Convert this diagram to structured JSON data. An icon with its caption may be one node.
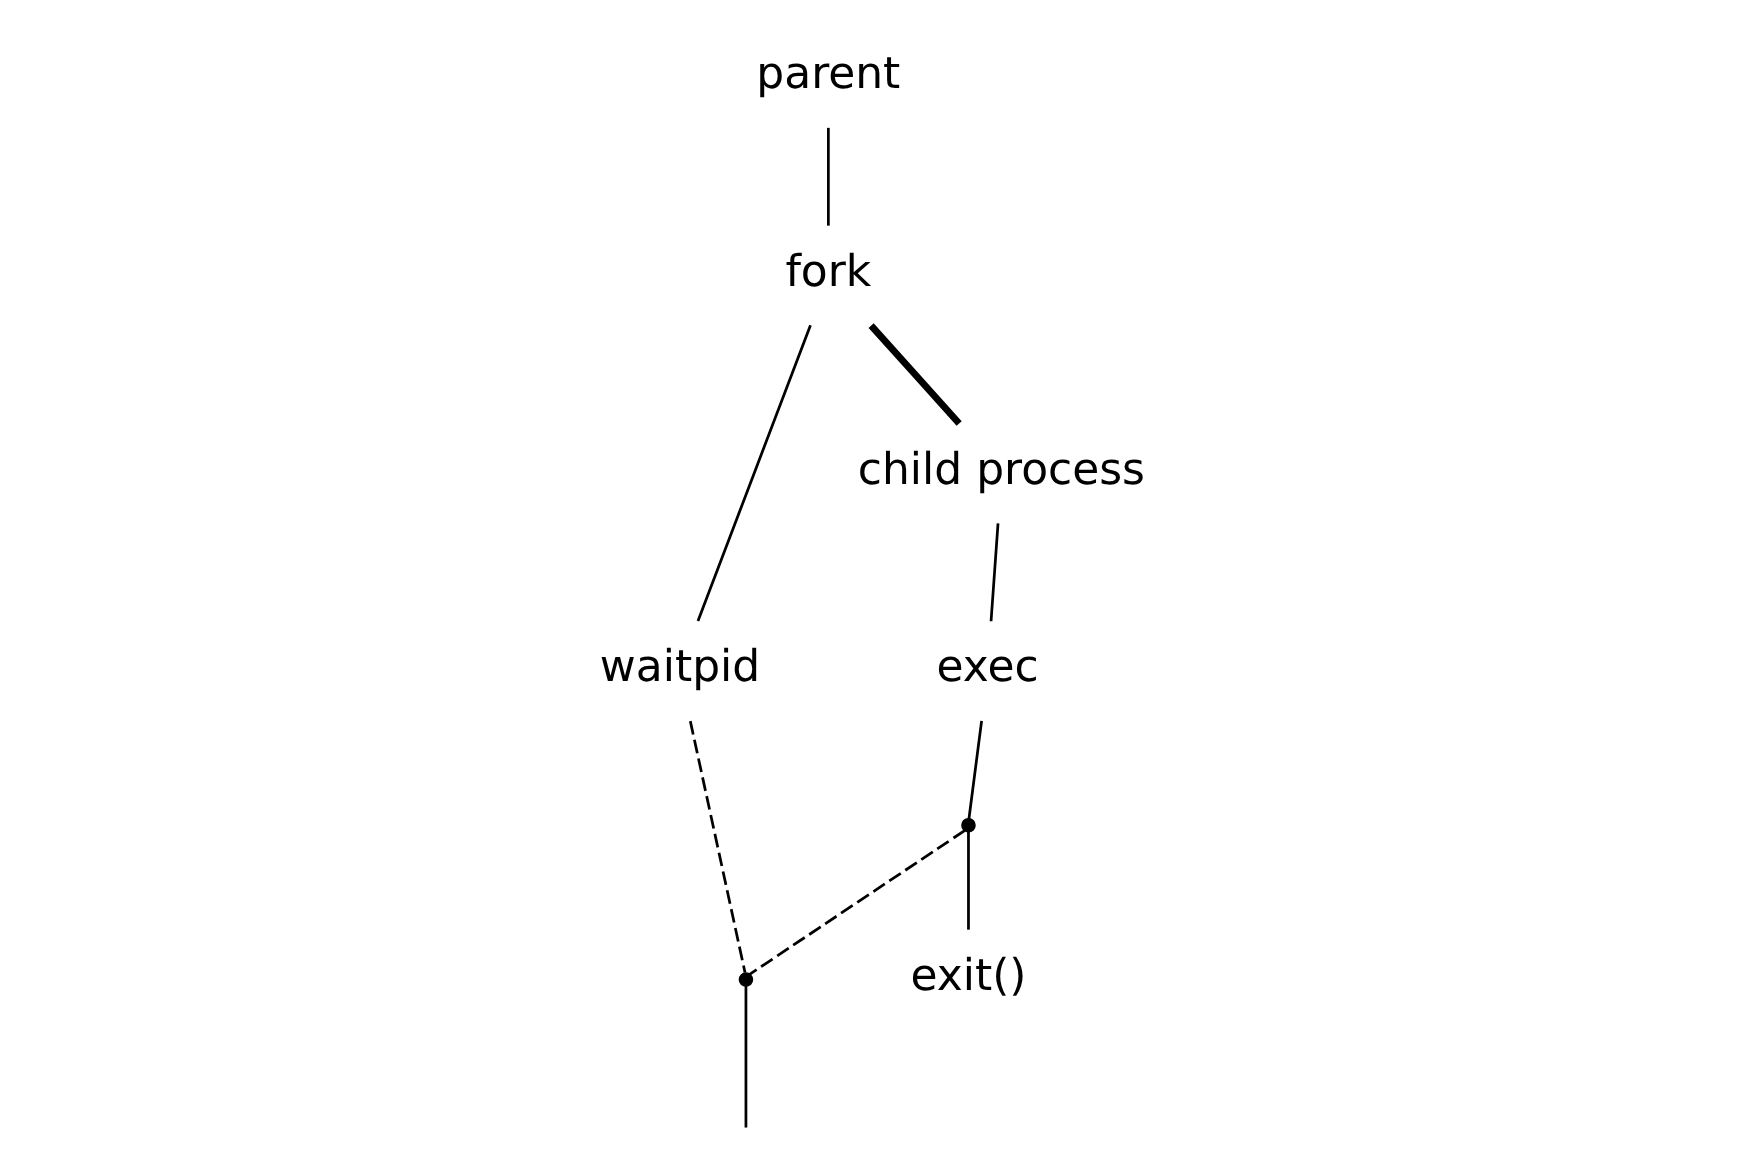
{
  "diagram": {
    "nodes": [
      {
        "text": [
          "parent"
        ]
      },
      {
        "text": [
          "fork"
        ]
      },
      {
        "text": [
          "waitpid"
        ]
      },
      {
        "text": [
          "child process"
        ]
      },
      {
        "text": [
          "exec"
        ]
      },
      {
        "text": [],
        "shape": "point"
      },
      {
        "text": [
          "exit()"
        ]
      },
      {
        "text": [],
        "shape": "point"
      }
    ],
    "edges": [
      {
        "from": 0,
        "to": 1,
        "arrow": "none"
      },
      {
        "from": 1,
        "to": 2,
        "arrow": "none"
      },
      {
        "from": 1,
        "to": 3,
        "arrow": "none",
        "style": "thick"
      },
      {
        "from": 3,
        "to": 4,
        "arrow": "none"
      },
      {
        "from": 4,
        "to": 5,
        "arrow": "none"
      },
      {
        "from": 5,
        "to": 6,
        "arrow": "none"
      },
      {
        "from": 2,
        "to": 7,
        "arrow": "none",
        "style": "dashed"
      },
      {
        "from": 5,
        "to": 7,
        "arrow": "none",
        "style": "dashed"
      },
      {
        "from": 7,
        "to": null,
        "arrow": "none"
      }
    ]
  }
}
